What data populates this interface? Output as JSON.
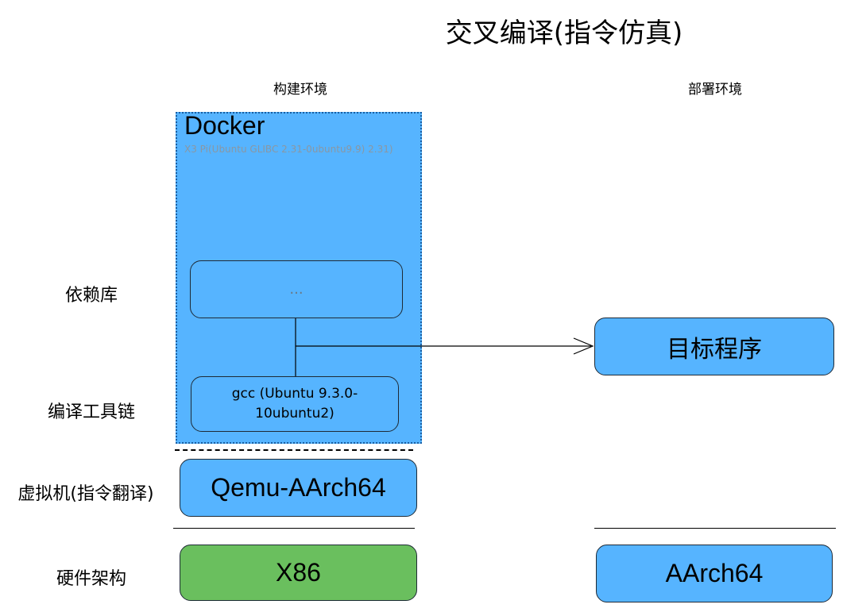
{
  "title": "交叉编译(指令仿真)",
  "columns": {
    "build": "构建环境",
    "deploy": "部署环境"
  },
  "rows": {
    "deps": "依赖库",
    "toolchain": "编译工具链",
    "vm": "虚拟机(指令翻译)",
    "hardware": "硬件架构"
  },
  "docker": {
    "title": "Docker",
    "subtitle": "X3 Pi(Ubuntu GLIBC 2.31-0ubuntu9.9) 2.31)"
  },
  "nodes": {
    "deps_box": "...",
    "gcc_box": "gcc (Ubuntu 9.3.0-10ubuntu2)",
    "qemu_box": "Qemu-AArch64",
    "x86_box": "X86",
    "target_box": "目标程序",
    "aarch_box": "AArch64"
  },
  "colors": {
    "blue_fill": "#56b4ff",
    "green_fill": "#6abf5e",
    "border": "#1e2a36"
  }
}
